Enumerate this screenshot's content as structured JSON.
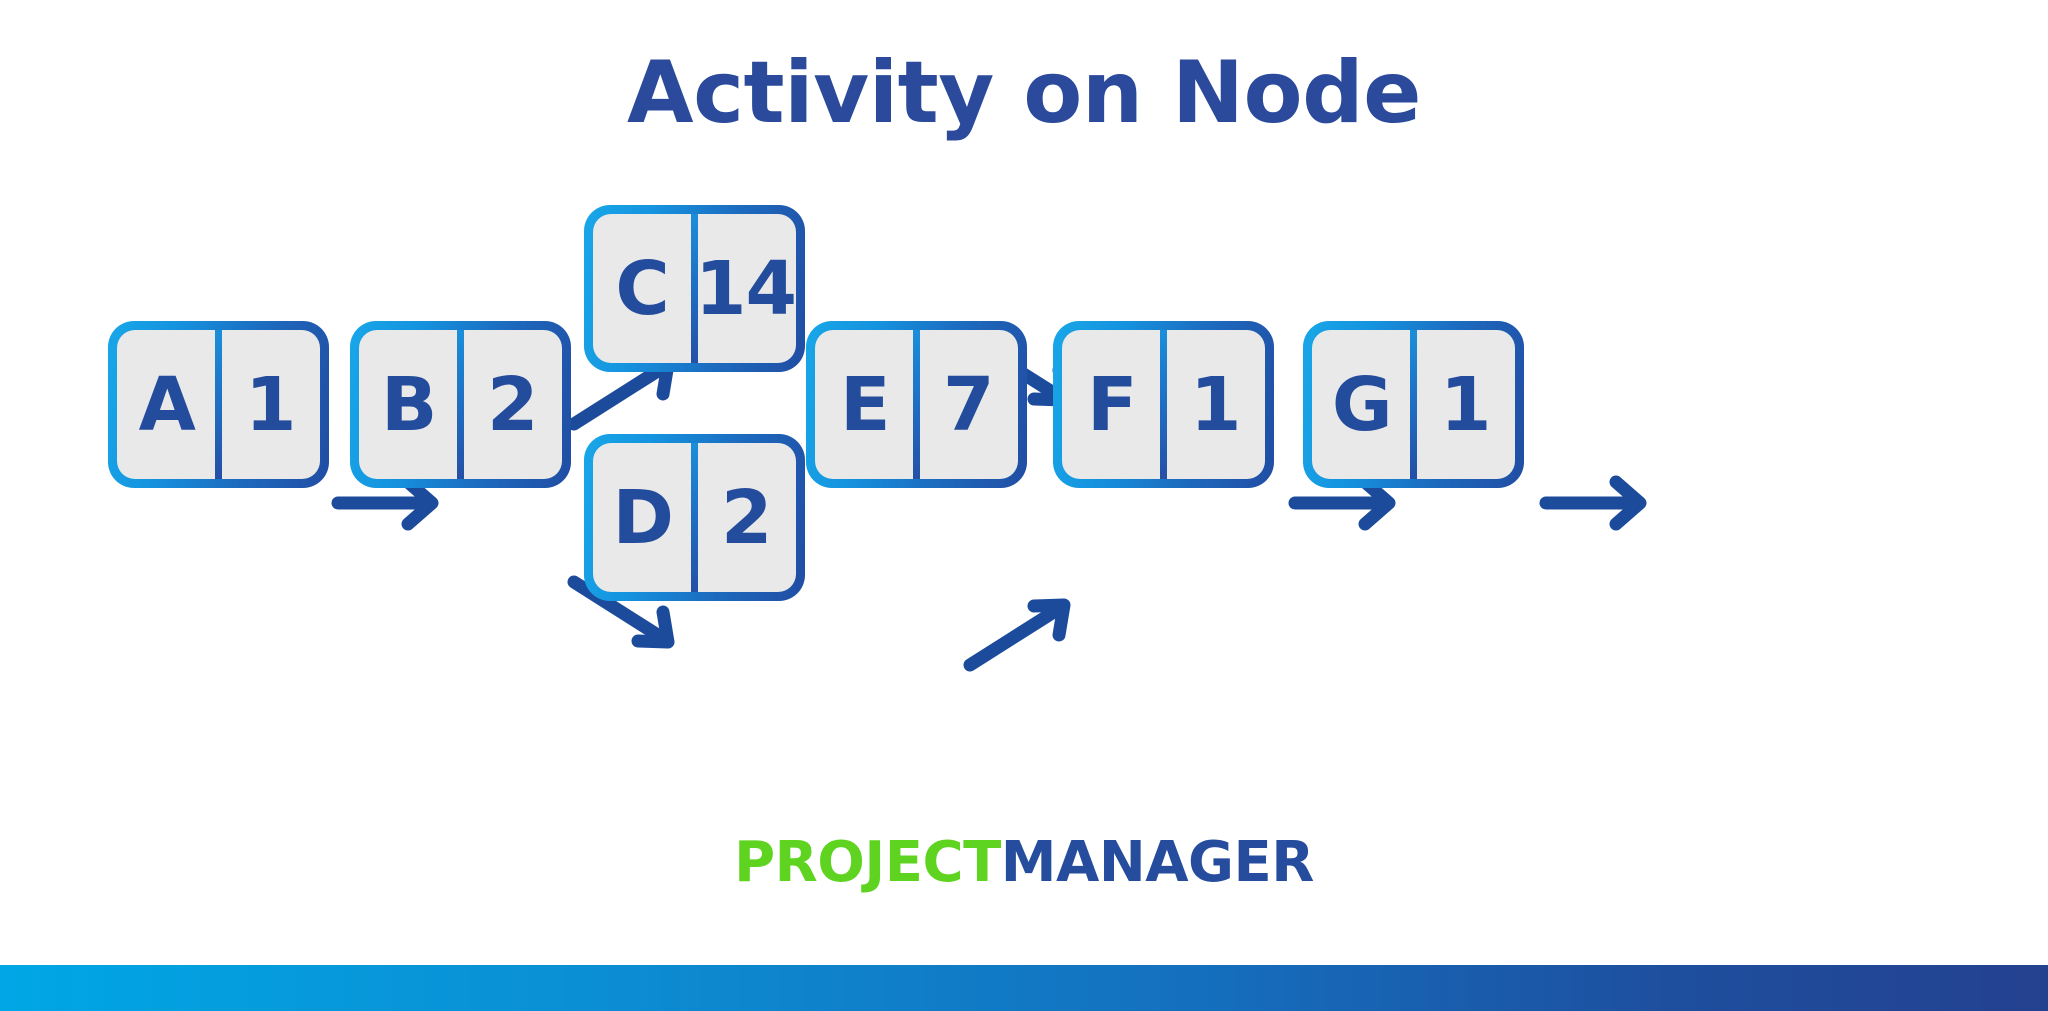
{
  "page": {
    "title": "Activity on Node",
    "title_color": "#2b4a9b",
    "background": "#ffffff"
  },
  "diagram": {
    "type": "activity-on-node-network",
    "node_fill": "#e9e9e9",
    "node_text_color": "#244c9c",
    "node_border_gradient_from": "#18a7e8",
    "node_border_gradient_to": "#214da3",
    "arrow_color": "#1c4b9c",
    "nodes": [
      {
        "id": "A",
        "label": "A",
        "duration": "1"
      },
      {
        "id": "B",
        "label": "B",
        "duration": "2"
      },
      {
        "id": "C",
        "label": "C",
        "duration": "14"
      },
      {
        "id": "D",
        "label": "D",
        "duration": "2"
      },
      {
        "id": "E",
        "label": "E",
        "duration": "7"
      },
      {
        "id": "F",
        "label": "F",
        "duration": "1"
      },
      {
        "id": "G",
        "label": "G",
        "duration": "1"
      }
    ],
    "edges": [
      {
        "from": "A",
        "to": "B"
      },
      {
        "from": "B",
        "to": "C"
      },
      {
        "from": "B",
        "to": "D"
      },
      {
        "from": "C",
        "to": "E"
      },
      {
        "from": "D",
        "to": "E"
      },
      {
        "from": "E",
        "to": "F"
      },
      {
        "from": "F",
        "to": "G"
      }
    ]
  },
  "footer": {
    "logo_part1": "PROJECT",
    "logo_part2": "MANAGER",
    "logo_part1_color": "#5ed320",
    "logo_part2_color": "#254c9d",
    "bar_gradient_from": "#00a7e5",
    "bar_gradient_to": "#24418f"
  }
}
